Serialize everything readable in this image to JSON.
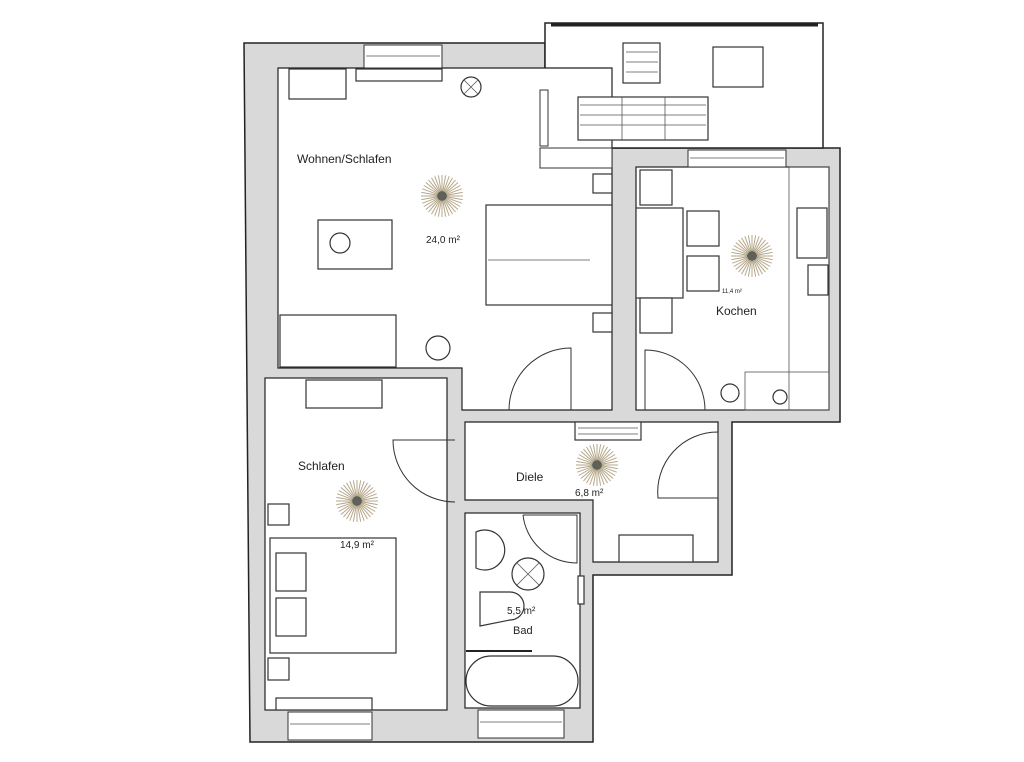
{
  "floorplan": {
    "colors": {
      "wall": "#d9d9d9",
      "lamp_rays": "#b5a688",
      "lamp_center": "#5f6158",
      "line": "#222222"
    },
    "rooms": [
      {
        "id": "wohnen",
        "name": "Wohnen/Schlafen",
        "area": "24,0 m²"
      },
      {
        "id": "kochen",
        "name": "Kochen",
        "area": "11,4 m²"
      },
      {
        "id": "schlafen",
        "name": "Schlafen",
        "area": "14,9 m²"
      },
      {
        "id": "diele",
        "name": "Diele",
        "area": "6,8 m²"
      },
      {
        "id": "bad",
        "name": "Bad",
        "area": "5,5 m²"
      }
    ]
  }
}
